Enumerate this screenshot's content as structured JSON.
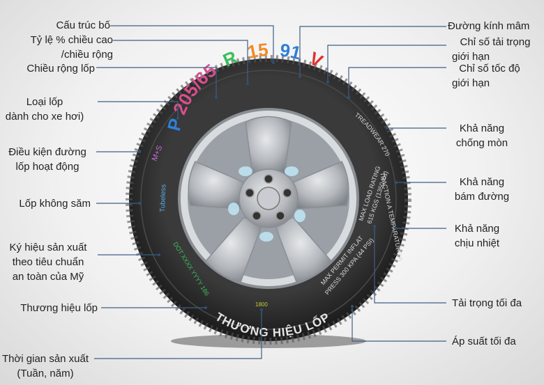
{
  "tyre_code": {
    "p": "P",
    "size": "205/65",
    "r": "R",
    "rim": "15",
    "load": "91",
    "speed": "V"
  },
  "sidewall": {
    "treadwear": "TREADWEAR 270",
    "traction": "TRACTION A TEMPARATURE A",
    "max_load": "MAX LOAD RATING",
    "max_load_value": "615 KGS (1350 lbs)",
    "max_permit": "MAX PERMIT INFLAT",
    "pressure": "PRESS 300 KPA (44 PSI)",
    "ms": "M+S",
    "tubeless": "Tubeless",
    "dot": "DOT XXXX YYYY 186",
    "date_code": "1800",
    "brand": "THƯƠNG HIỆU LỐP"
  },
  "labels_left": {
    "ply_structure": "Cấu trúc bố",
    "aspect_ratio_l1": "Tỷ lệ % chiều cao",
    "aspect_ratio_l2": "/chiều rộng",
    "width": "Chiều rộng lốp",
    "type_l1": "Loại lốp",
    "type_l2": "dành cho xe hơi)",
    "conditions_l1": "Điều kiện đường",
    "conditions_l2": "lốp hoạt động",
    "tubeless": "Lốp không săm",
    "dot_l1": "Ký hiệu sản xuất",
    "dot_l2": "theo tiêu chuẩn",
    "dot_l3": "an toàn của Mỹ",
    "brand": "Thương hiệu lốp",
    "date_l1": "Thời gian sản xuất",
    "date_l2": "(Tuần, năm)"
  },
  "labels_right": {
    "rim_diameter": "Đường kính mâm",
    "load_index_l1": "Chỉ số tải trọng",
    "load_index_l2": "giới hạn",
    "speed_index_l1": "Chỉ số tốc độ",
    "speed_index_l2": "giới hạn",
    "treadwear_l1": "Khả năng",
    "treadwear_l2": "chống mòn",
    "traction_l1": "Khả năng",
    "traction_l2": "bám đường",
    "temperature_l1": "Khả năng",
    "temperature_l2": "chịu nhiệt",
    "max_load": "Tải trọng tối đa",
    "max_pressure": "Áp suất tối đa"
  },
  "colors": {
    "leader": "#3f5f86",
    "code_p": "#2f7fd6",
    "code_size": "#d94f8f",
    "code_r": "#3bbf5a",
    "code_rim": "#f08a24",
    "code_load": "#2f7fd6",
    "code_speed": "#e0312d",
    "tyre": "#2a2a2a",
    "rim": "#b8bcc1"
  }
}
